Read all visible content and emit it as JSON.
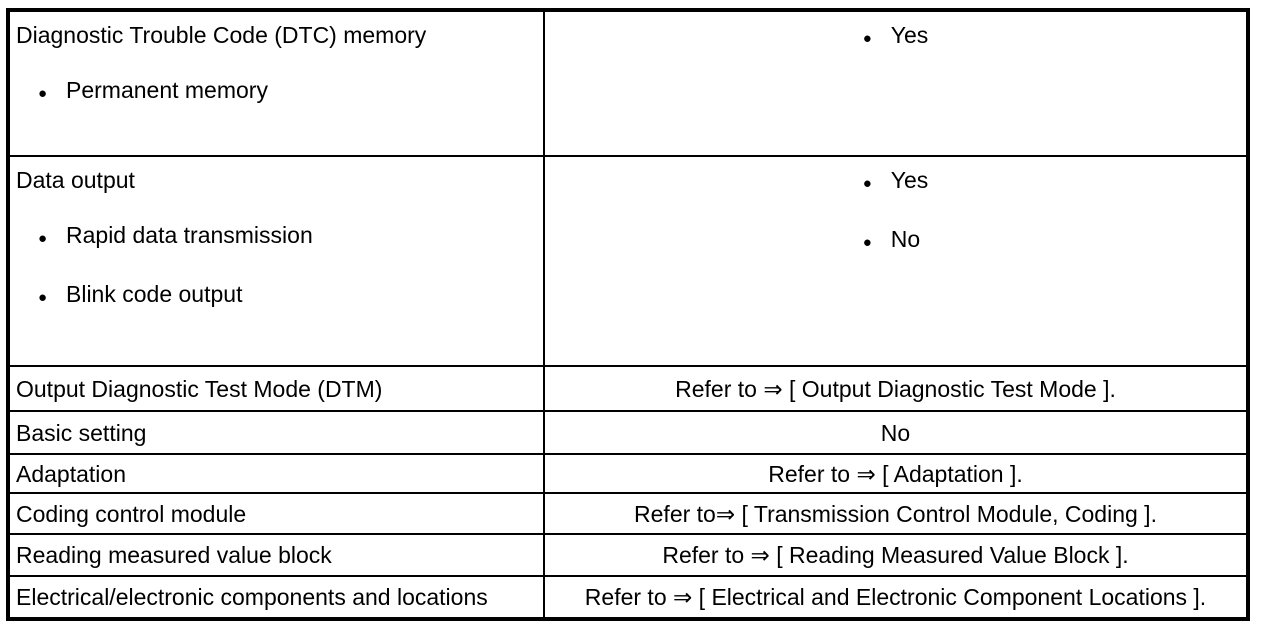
{
  "icons": {
    "bullet": "●"
  },
  "colors": {
    "text": "#000000",
    "border": "#000000",
    "background": "#ffffff"
  },
  "table": {
    "rows": [
      {
        "label": {
          "title": "Diagnostic Trouble Code (DTC) memory",
          "bullets": [
            "Permanent memory"
          ]
        },
        "value": {
          "bullets": [
            "Yes"
          ]
        }
      },
      {
        "label": {
          "title": "Data output",
          "bullets": [
            "Rapid data transmission",
            "Blink code output"
          ]
        },
        "value": {
          "bullets": [
            "Yes",
            "No"
          ]
        }
      },
      {
        "label": {
          "title": "Output Diagnostic Test Mode (DTM)"
        },
        "value": {
          "text": "Refer to ⇒ [ Output Diagnostic Test Mode ]."
        }
      },
      {
        "label": {
          "title": "Basic setting"
        },
        "value": {
          "text": "No"
        }
      },
      {
        "label": {
          "title": "Adaptation"
        },
        "value": {
          "text": "Refer to ⇒ [ Adaptation ]."
        }
      },
      {
        "label": {
          "title": "Coding control module"
        },
        "value": {
          "text": "Refer to⇒ [ Transmission Control Module, Coding ]."
        }
      },
      {
        "label": {
          "title": "Reading measured value block"
        },
        "value": {
          "text": "Refer to ⇒ [ Reading Measured Value Block ]."
        }
      },
      {
        "label": {
          "title": "Electrical/electronic components and locations"
        },
        "value": {
          "text": "Refer to ⇒ [ Electrical and Electronic Component Locations ]."
        }
      }
    ]
  }
}
